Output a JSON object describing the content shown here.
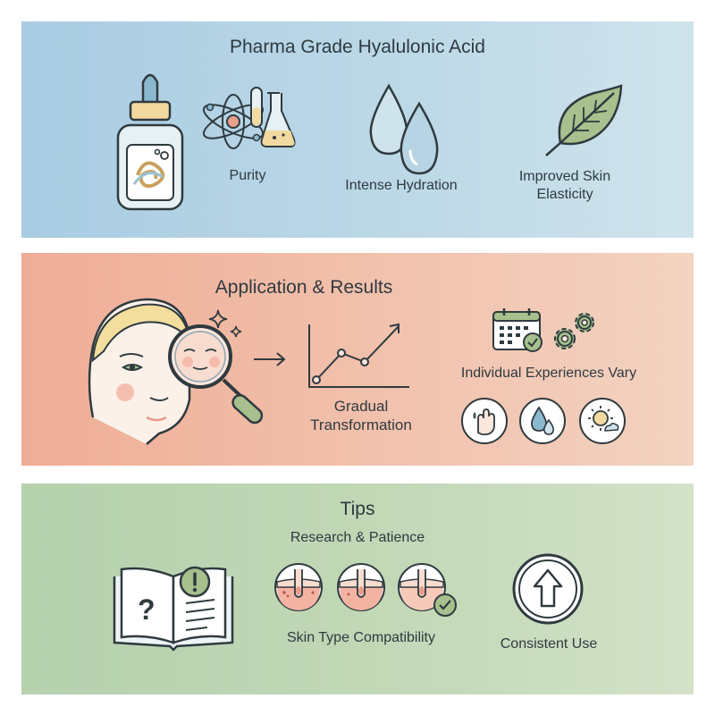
{
  "sections": {
    "hyaluronic": {
      "title": "Pharma Grade Hyalulonic Acid",
      "purity": "Purity",
      "hydration": "Intense Hydration",
      "elasticity": "Improved Skin Elasticity"
    },
    "application": {
      "title": "Application & Results",
      "gradual": "Gradual Transformation",
      "individual": "Individual Experiences Vary"
    },
    "tips": {
      "title": "Tips",
      "research": "Research & Patience",
      "skin_type": "Skin Type Compatibility",
      "consistent": "Consistent Use"
    }
  },
  "icons": [
    "serum-bottle-icon",
    "atom-flask-icon",
    "water-drops-icon",
    "leaf-icon",
    "face-icon",
    "magnifier-icon",
    "sparkle-icon",
    "arrow-right-icon",
    "line-chart-icon",
    "calendar-icon",
    "gear-icon",
    "hand-icon",
    "droplet-icon",
    "sun-icon",
    "open-book-icon",
    "alert-icon",
    "skin-layer-icon",
    "check-icon",
    "up-arrow-icon"
  ],
  "colors": {
    "panel1": "#b4d2e4",
    "panel2": "#f1bba6",
    "panel3": "#c2d8b7",
    "outline": "#2f3a3f"
  }
}
